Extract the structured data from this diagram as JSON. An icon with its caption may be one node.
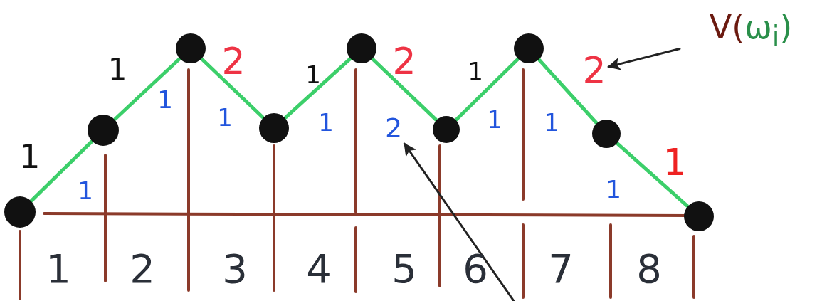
{
  "diagram": {
    "nodes": [
      {
        "text": [],
        "shape": "circle"
      },
      {
        "text": [],
        "shape": "circle"
      },
      {
        "text": [],
        "shape": "circle"
      },
      {
        "text": [],
        "shape": "circle"
      },
      {
        "text": [],
        "shape": "circle"
      },
      {
        "text": [],
        "shape": "circle"
      },
      {
        "text": [],
        "shape": "circle"
      },
      {
        "text": [],
        "shape": "circle"
      },
      {
        "text": [],
        "shape": "circle"
      },
      {
        "text": [
          "V(ω$_{i}$)"
        ]
      },
      {
        "text": [
          "2"
        ]
      },
      {
        "text": [
          "2"
        ]
      }
    ],
    "edges": [
      {
        "from": 0,
        "to": 1,
        "arrow": "none"
      },
      {
        "from": 1,
        "to": 2,
        "arrow": "none"
      },
      {
        "from": 2,
        "to": 3,
        "arrow": "none"
      },
      {
        "from": 3,
        "to": 4,
        "arrow": "none"
      },
      {
        "from": 4,
        "to": 5,
        "arrow": "none"
      },
      {
        "from": 5,
        "to": 6,
        "arrow": "none"
      },
      {
        "from": 6,
        "to": 7,
        "arrow": "none"
      },
      {
        "from": 7,
        "to": 8,
        "arrow": "none"
      },
      {
        "from": 9,
        "to": 10,
        "arrow": "to",
        "color": "#222222"
      },
      {
        "from": null,
        "to": 11,
        "arrow": "to",
        "color": "#222222"
      }
    ],
    "labels": [
      "1",
      "1",
      "2",
      "1",
      "2",
      "1",
      "1",
      "1",
      "1",
      "1",
      "1",
      "1",
      "1",
      "1",
      "1",
      "2",
      "3",
      "4",
      "5",
      "6",
      "7",
      "8"
    ]
  }
}
